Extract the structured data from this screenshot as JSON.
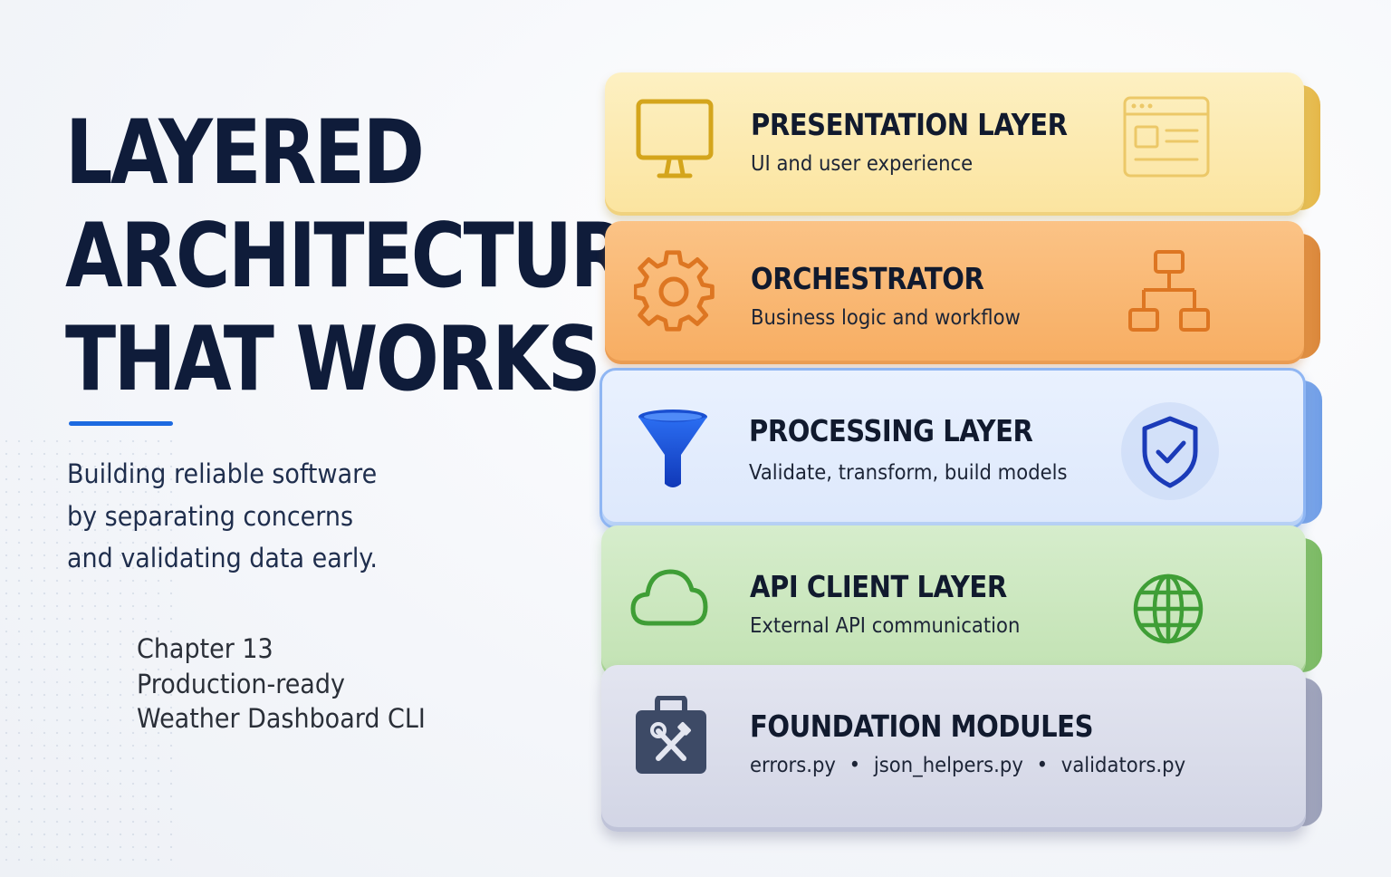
{
  "headline": {
    "line1": "LAYERED",
    "line2": "ARCHITECTURE",
    "line3": "THAT WORKS"
  },
  "subtitle": {
    "line1": "Building reliable software",
    "line2": "by separating concerns",
    "line3": "and validating data early."
  },
  "chapter": {
    "line1": "Chapter 13",
    "line2": "Production-ready",
    "line3": "Weather Dashboard CLI"
  },
  "layers": [
    {
      "title": "PRESENTATION LAYER",
      "description": "UI and user experience",
      "icon_left": "monitor-icon",
      "icon_right": "browser-window-icon",
      "color": "#fbe7a6"
    },
    {
      "title": "ORCHESTRATOR",
      "description": "Business logic and workflow",
      "icon_left": "gear-icon",
      "icon_right": "hierarchy-icon",
      "color": "#f9b46e"
    },
    {
      "title": "PROCESSING LAYER",
      "description": "Validate, transform, build models",
      "icon_left": "funnel-icon",
      "icon_right": "shield-check-icon",
      "color": "#dfeafd"
    },
    {
      "title": "API CLIENT LAYER",
      "description": "External API communication",
      "icon_left": "cloud-icon",
      "icon_right": "globe-icon",
      "color": "#c9e6bd"
    },
    {
      "title": "FOUNDATION MODULES",
      "files": [
        "errors.py",
        "json_helpers.py",
        "validators.py"
      ],
      "separator": "•",
      "icon_left": "toolbox-icon",
      "color": "#d9dcea"
    }
  ],
  "colors": {
    "title": "#0f1c3a",
    "accent": "#1d6ae0",
    "presentation": "#fbe7a6",
    "orchestrator": "#f9b46e",
    "processing": "#dfeafd",
    "api_client": "#c9e6bd",
    "foundation": "#d9dcea"
  }
}
